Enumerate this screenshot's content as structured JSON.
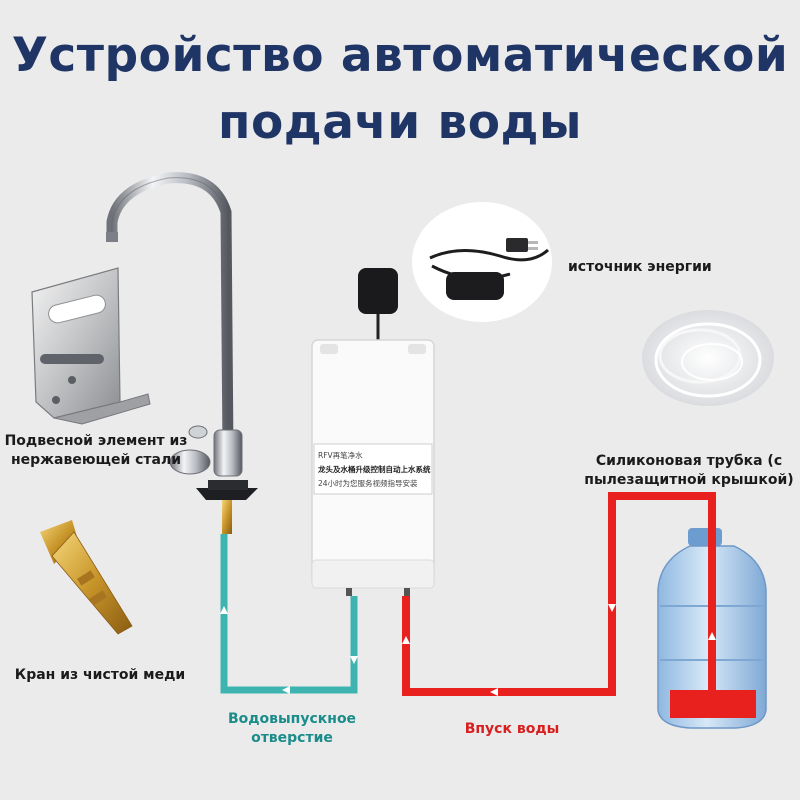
{
  "title": {
    "line1": "Устройство автоматической",
    "line2": "подачи воды"
  },
  "labels": {
    "power": "источник энергии",
    "bracket": "Подвесной элемент из нержавеющей стали",
    "tube": "Силиконовая трубка (с пылезащитной крышкой)",
    "copper": "Кран из чистой меди",
    "outlet": "Водовыпускное отверстие",
    "inlet": "Впуск воды"
  },
  "device_text": {
    "line1": "RFV再笔净水",
    "line2": "龙头及水桶升级控制自动上水系统",
    "line3": "24小时为您服务视频指导安装"
  },
  "colors": {
    "title": "#1f3566",
    "outlet_pipe": "#3db4b0",
    "inlet_pipe": "#e8211f",
    "outlet_label": "#1a8c8a",
    "inlet_label": "#d81e1e"
  }
}
